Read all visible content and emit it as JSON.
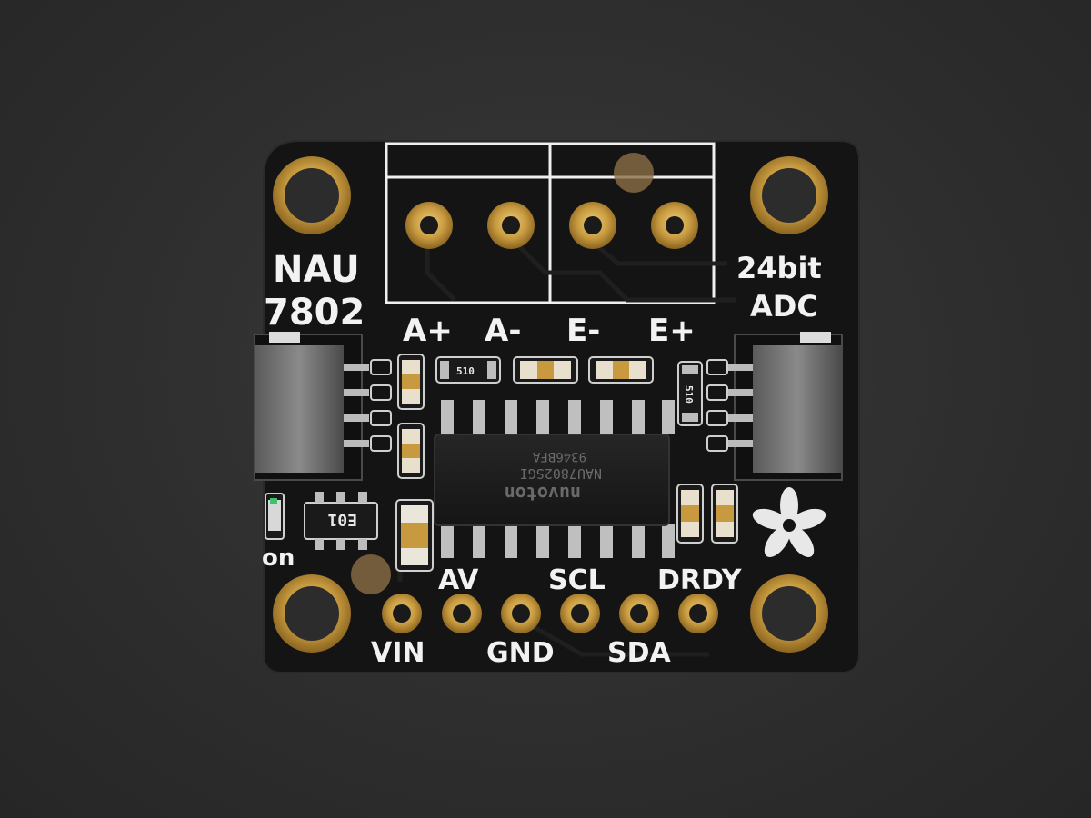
{
  "board": {
    "chip_name": [
      "NAU",
      "7802"
    ],
    "adc_label": [
      "24bit",
      "ADC"
    ],
    "terminal_labels": [
      "A+",
      "A-",
      "E-",
      "E+"
    ],
    "pin_labels_top": [
      "AV",
      "SCL",
      "DRDY"
    ],
    "pin_labels_bottom": [
      "VIN",
      "GND",
      "SDA"
    ],
    "led_label": "on",
    "ic": {
      "brand": "nuvoton",
      "part": "NAU7802SGI",
      "code": "9346BFA"
    },
    "component_codes": {
      "r1": "510",
      "r2": "510",
      "q1": "E01"
    }
  },
  "colors": {
    "pcb": "#121212",
    "gold": "#c79a3f",
    "silkscreen": "#f2f2f2",
    "background": "#2e2e2e"
  }
}
